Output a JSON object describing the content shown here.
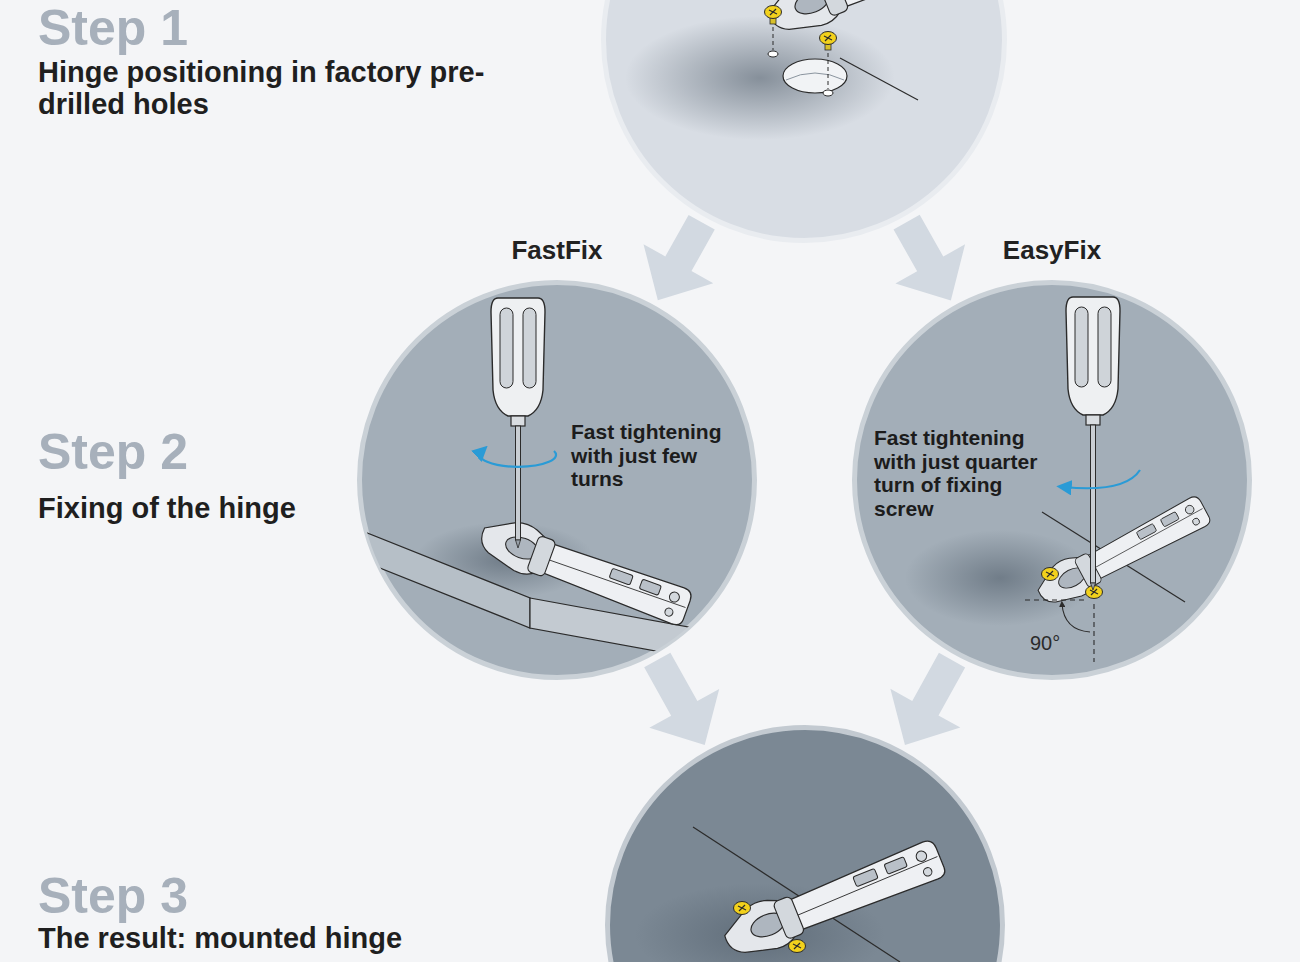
{
  "diagram": {
    "nodes": [
      {
        "text": [
          "Step 1",
          "Hinge positioning in factory pre-drilled holes"
        ]
      },
      {
        "text": [
          "FastFix",
          "Fast tightening with just few turns"
        ]
      },
      {
        "text": [
          "EasyFix",
          "Fast tightening with just quarter turn of fixing screw"
        ]
      },
      {
        "text": [
          "Step 3",
          "The result: mounted hinge"
        ]
      }
    ],
    "edges": [
      {
        "from": 0,
        "to": 1,
        "arrow": "to"
      },
      {
        "from": 0,
        "to": 2,
        "arrow": "to"
      },
      {
        "from": 1,
        "to": 3,
        "arrow": "to"
      },
      {
        "from": 2,
        "to": 3,
        "arrow": "to"
      }
    ],
    "labels": [
      "Step 2",
      "Fixing of the hinge",
      "90°"
    ]
  }
}
